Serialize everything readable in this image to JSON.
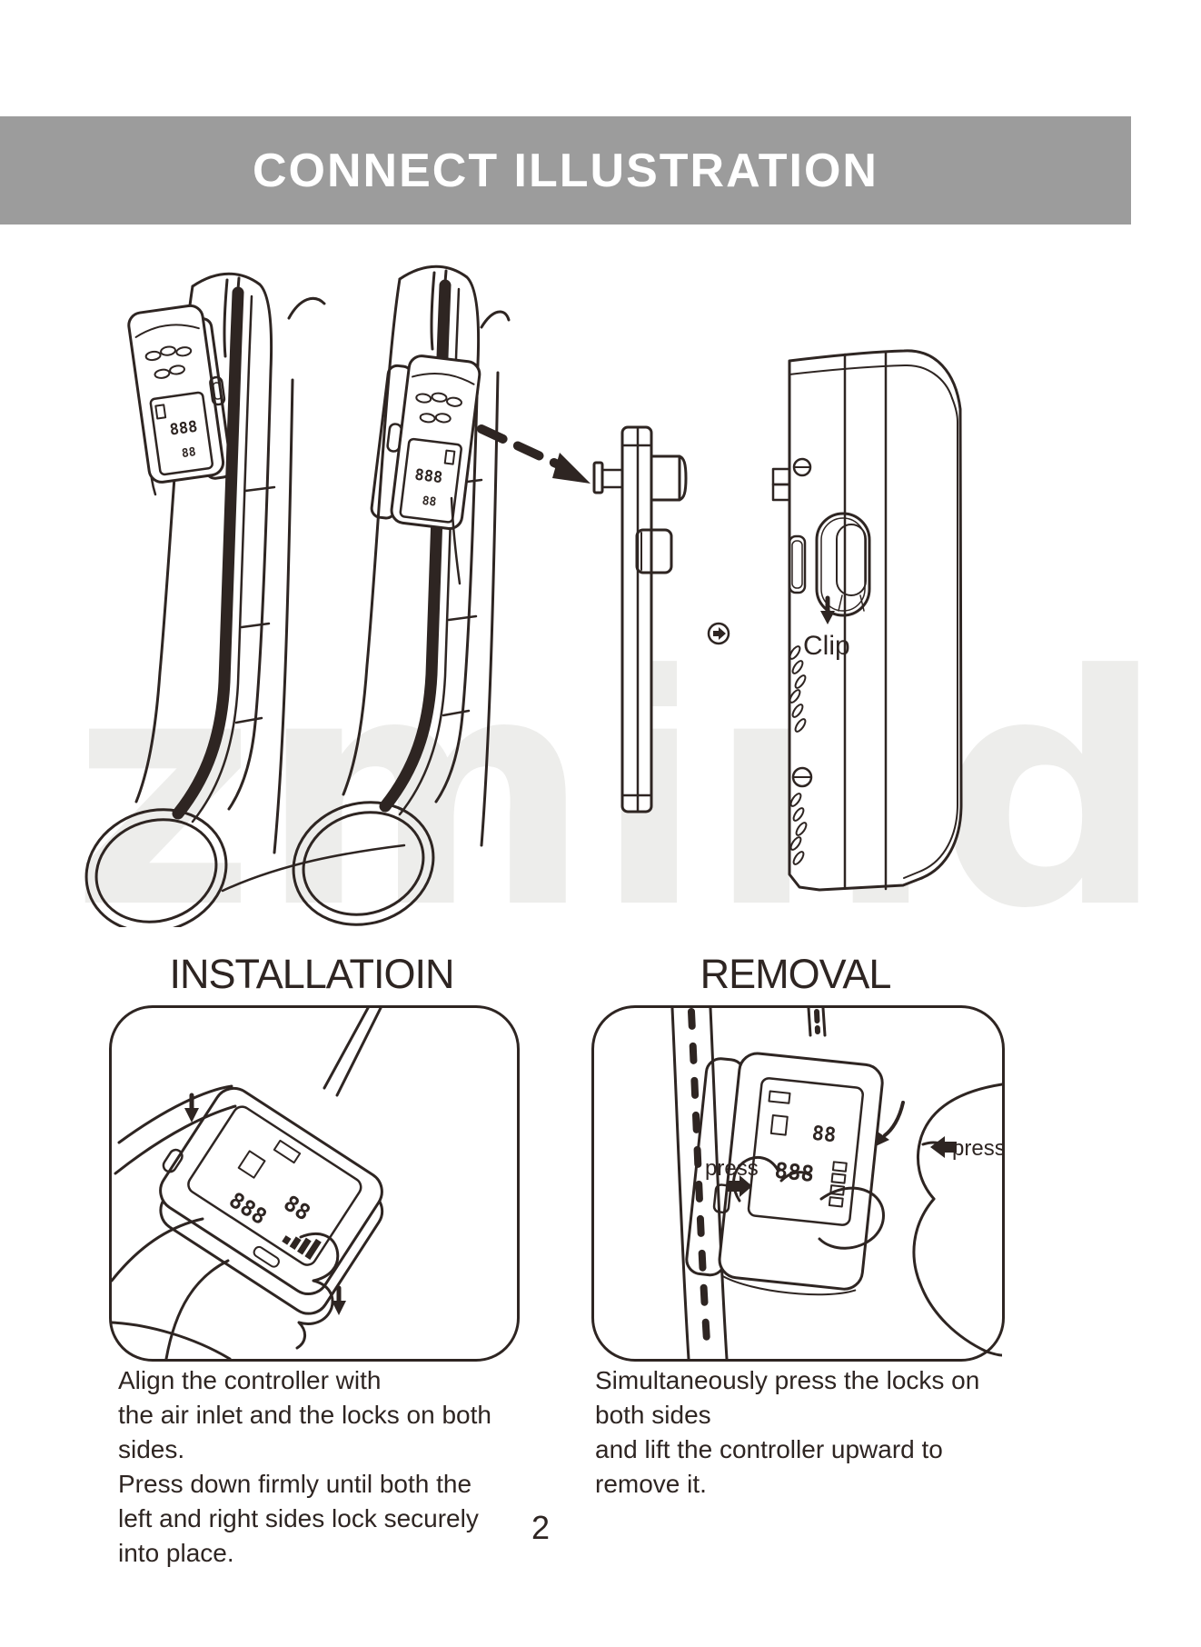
{
  "header": {
    "title": "CONNECT ILLUSTRATION"
  },
  "watermark": {
    "text": "zmind"
  },
  "colors": {
    "header_bar": "#9c9c9c",
    "ink": "#2e2522",
    "watermark": "#ededeb"
  },
  "connect_diagram": {
    "clip_label": "Clip",
    "controller_display": {
      "pressure_digits": "888",
      "timer_digits": "88"
    }
  },
  "installation": {
    "heading": "INSTALLATIOIN",
    "instructions": [
      "Align the controller with",
      "the air inlet and the locks on both",
      "sides.",
      "Press down firmly until both the",
      "left and right sides lock securely",
      "into place."
    ]
  },
  "removal": {
    "heading": "REMOVAL",
    "press_label_left": "press",
    "press_label_right": "press",
    "instructions": [
      "Simultaneously press the locks on",
      "both sides",
      "and lift the controller upward to",
      "remove it."
    ]
  },
  "footer": {
    "page_number": "2"
  }
}
